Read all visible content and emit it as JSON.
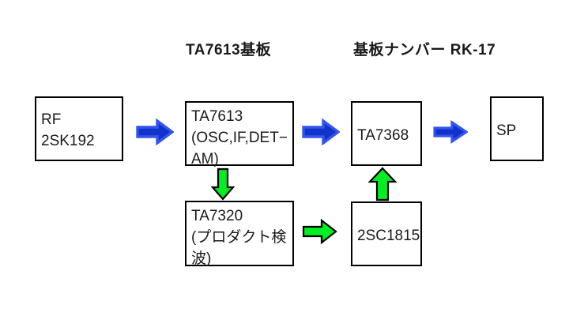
{
  "diagram": {
    "type": "block-diagram",
    "background_color": "#ffffff",
    "headings": [
      {
        "id": "board",
        "text": "TA7613基板"
      },
      {
        "id": "number",
        "text": "基板ナンバー  RK-17"
      }
    ],
    "colors": {
      "box_border": "#000000",
      "box_fill": "#ffffff",
      "text": "#1a1a1a",
      "arrow_blue_fill": "#1133cc",
      "arrow_blue_border": "#3355ee",
      "arrow_green_fill": "#00ee22",
      "arrow_green_border": "#000000"
    },
    "blocks": [
      {
        "id": "rf",
        "label": "RF 2SK192"
      },
      {
        "id": "ta7613",
        "label": "TA7613\n(OSC,IF,DET−\nAM)"
      },
      {
        "id": "ta7368",
        "label": "TA7368"
      },
      {
        "id": "sp",
        "label": "SP"
      },
      {
        "id": "ta7320",
        "label": "TA7320\n(プロダクト検\n波)"
      },
      {
        "id": "sc1815",
        "label": "2SC1815"
      }
    ],
    "arrows": [
      {
        "id": "rf-to-ta7613",
        "from": "rf",
        "to": "ta7613",
        "direction": "right",
        "color": "blue"
      },
      {
        "id": "ta7613-to-ta7368",
        "from": "ta7613",
        "to": "ta7368",
        "direction": "right",
        "color": "blue"
      },
      {
        "id": "ta7368-to-sp",
        "from": "ta7368",
        "to": "sp",
        "direction": "right",
        "color": "blue"
      },
      {
        "id": "ta7613-to-ta7320",
        "from": "ta7613",
        "to": "ta7320",
        "direction": "down",
        "color": "green"
      },
      {
        "id": "ta7320-to-2sc1815",
        "from": "ta7320",
        "to": "sc1815",
        "direction": "right",
        "color": "green"
      },
      {
        "id": "2sc1815-to-ta7368",
        "from": "sc1815",
        "to": "ta7368",
        "direction": "up",
        "color": "green"
      }
    ]
  }
}
